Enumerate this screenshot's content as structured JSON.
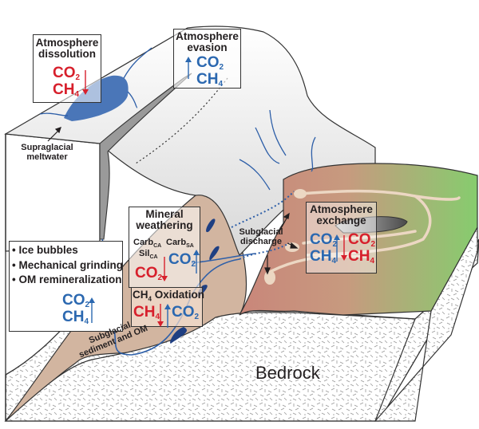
{
  "title": "Glacial carbon cycling diagram",
  "colors": {
    "co2_sink": "#d7202c",
    "co2_source": "#2b68b0",
    "meltwater": "#4a76b8",
    "sediment": "#cfb29a",
    "proglacial_green": "#8fce76",
    "bedrock_fill": "#ffffff"
  },
  "boxes": {
    "atmosphere_dissolution": {
      "title_line1": "Atmosphere",
      "title_line2": "dissolution",
      "gas1": "CO",
      "gas1_sub": "2",
      "gas2": "CH",
      "gas2_sub": "4",
      "direction": "down"
    },
    "atmosphere_evasion": {
      "title_line1": "Atmosphere",
      "title_line2": "evasion",
      "gas1": "CO",
      "gas1_sub": "2",
      "gas2": "CH",
      "gas2_sub": "4",
      "direction": "up"
    },
    "mineral_weathering": {
      "title_line1": "Mineral",
      "title_line2": "weathering",
      "carb_ca": "Carb",
      "carb_ca_sub": "CA",
      "sil_ca": "Sil",
      "sil_ca_sub": "CA",
      "carb_sa": "Carb",
      "carb_sa_sub": "SA",
      "sink_gas": "CO",
      "sink_gas_sub": "2",
      "source_gas": "CO",
      "source_gas_sub": "2"
    },
    "subglacial_sources": {
      "bullets": [
        "Ice bubbles",
        "Mechanical grinding",
        "OM remineralization"
      ],
      "gas1": "CO",
      "gas1_sub": "2",
      "gas2": "CH",
      "gas2_sub": "4",
      "direction": "up"
    },
    "ch4_oxidation": {
      "title_prefix": "CH",
      "title_sub": "4",
      "title_suffix": " Oxidation",
      "sink_gas": "CH",
      "sink_gas_sub": "4",
      "source_gas": "CO",
      "source_gas_sub": "2"
    },
    "atmosphere_exchange": {
      "title_line1": "Atmosphere",
      "title_line2": "exchange",
      "out_gas1": "CO",
      "out_gas1_sub": "2",
      "out_gas2": "CH",
      "out_gas2_sub": "4",
      "in_gas1": "CO",
      "in_gas1_sub": "2",
      "in_gas2": "CH",
      "in_gas2_sub": "4"
    }
  },
  "labels": {
    "supraglacial_line1": "Supraglacial",
    "supraglacial_line2": "meltwater",
    "subglacial_discharge_line1": "Subglacial",
    "subglacial_discharge_line2": "discharge",
    "sediment_line1": "Subglacial",
    "sediment_line2": "sediment and OM",
    "bedrock": "Bedrock"
  }
}
